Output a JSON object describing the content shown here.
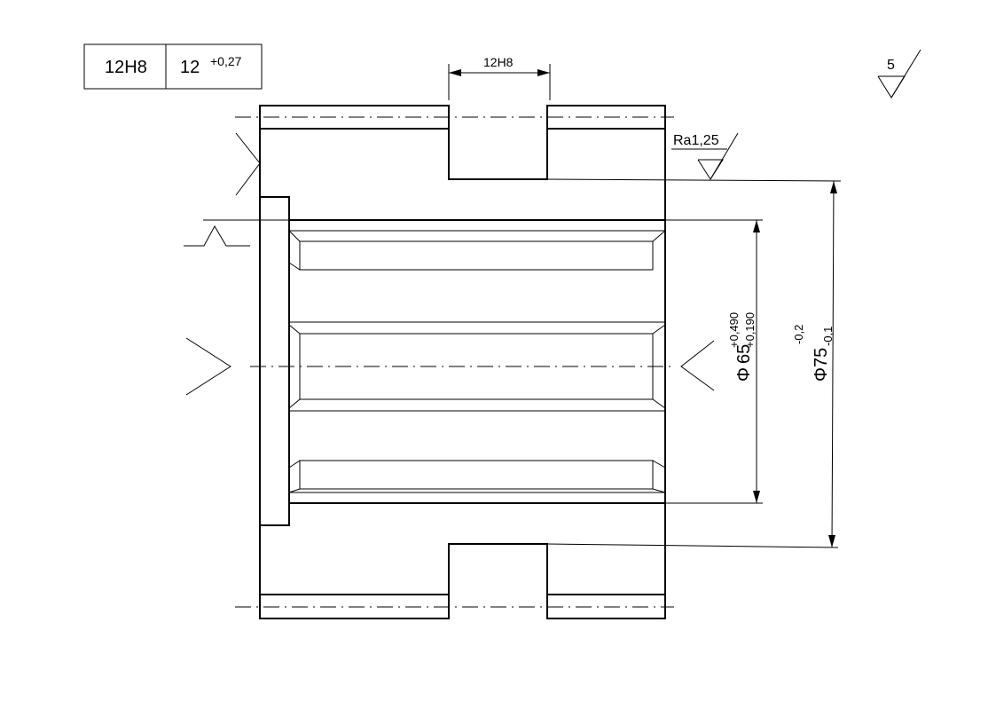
{
  "tolerance_table": {
    "fit": "12H8",
    "nominal": "12",
    "upper_deviation": "+0,27"
  },
  "groove_width_dim": "12H8",
  "roughness_general": "5",
  "roughness_outer": "Ra1,25",
  "bore_dim": {
    "prefix": "Φ",
    "nominal": "65",
    "upper": "+0,490",
    "lower": "+0,190"
  },
  "outer_dim": {
    "prefix": "Φ",
    "nominal": "75",
    "upper": "-0,1",
    "lower": "-0,2"
  }
}
